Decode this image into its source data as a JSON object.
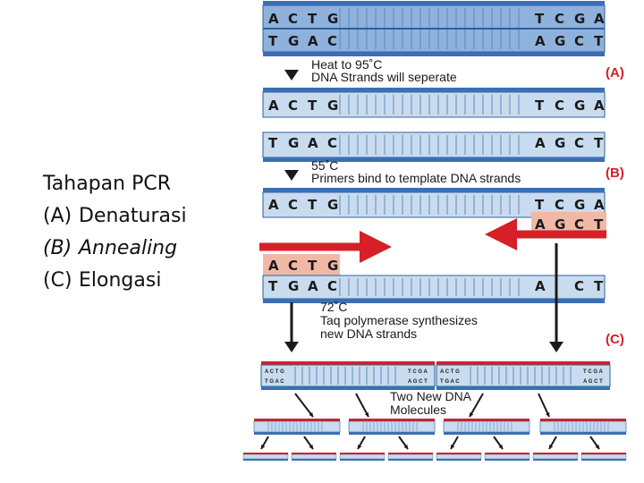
{
  "left_panel": {
    "title": "Tahapan PCR",
    "items": [
      {
        "label": "(A)",
        "text": "Denaturasi",
        "italic": false
      },
      {
        "label": "(B)",
        "text": "Annealing",
        "italic": true
      },
      {
        "label": "(C)",
        "text": "Elongasi",
        "italic": false
      }
    ]
  },
  "diagram": {
    "colors": {
      "blue": "#3a6fb5",
      "light_blue": "#c9dcef",
      "mid_blue": "#8fb2dc",
      "red": "#d61f26",
      "pink": "#f2b8a6"
    },
    "step_a": {
      "line1": "Heat to 95˚C",
      "line2": "DNA Strands will seperate",
      "tag": "(A)"
    },
    "step_b": {
      "line1": "55˚C",
      "line2": "Primers bind to template DNA strands",
      "tag": "(B)"
    },
    "step_c": {
      "line1": "72˚C",
      "line2": "Taq polymerase synthesizes",
      "line3": "new DNA strands",
      "tag": "(C)"
    },
    "two_new": {
      "line1": "Two New DNA",
      "line2": "Molecules"
    },
    "bases": {
      "top_left": [
        "A",
        "C",
        "T",
        "G"
      ],
      "top_right": [
        "T",
        "C",
        "G",
        "A"
      ],
      "bottom_left": [
        "T",
        "G",
        "A",
        "C"
      ],
      "bottom_right": [
        "A",
        "G",
        "C",
        "T"
      ],
      "primer_right_partial": [
        "A",
        "",
        "C",
        "T"
      ]
    }
  }
}
